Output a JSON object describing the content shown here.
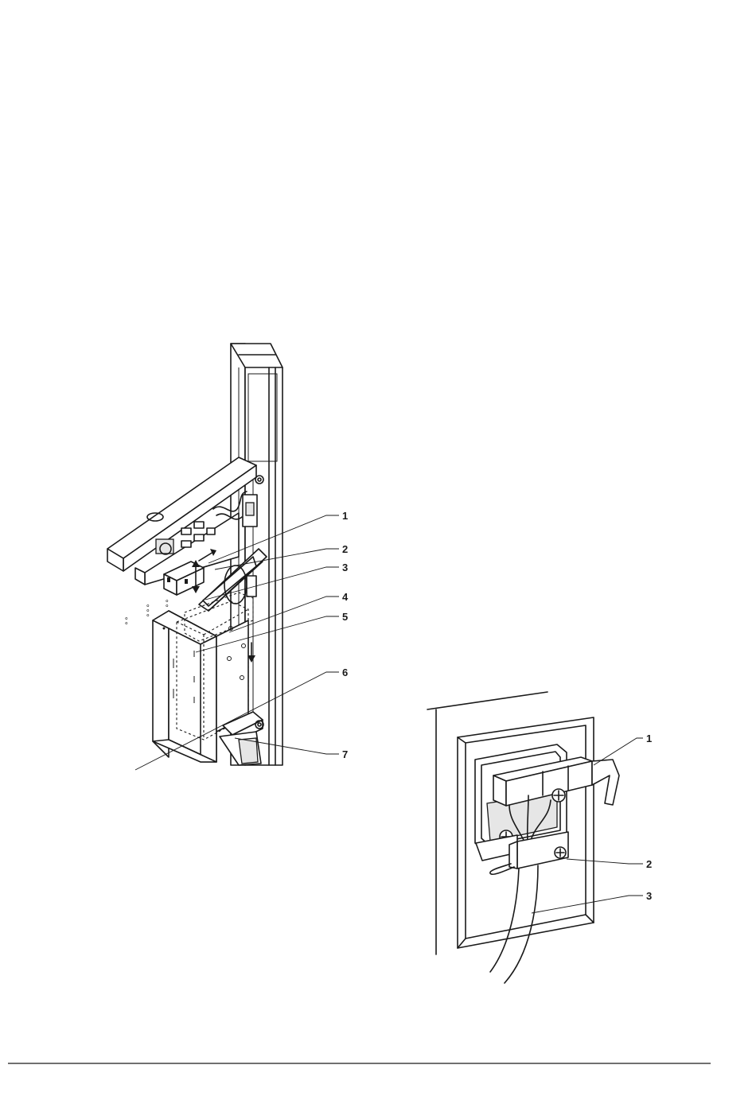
{
  "figure_left": {
    "callouts": [
      {
        "label": "1"
      },
      {
        "label": "2"
      },
      {
        "label": "3"
      },
      {
        "label": "4"
      },
      {
        "label": "5"
      },
      {
        "label": "6"
      },
      {
        "label": "7"
      }
    ]
  },
  "figure_right": {
    "callouts": [
      {
        "label": "1"
      },
      {
        "label": "2"
      },
      {
        "label": "3"
      }
    ]
  }
}
